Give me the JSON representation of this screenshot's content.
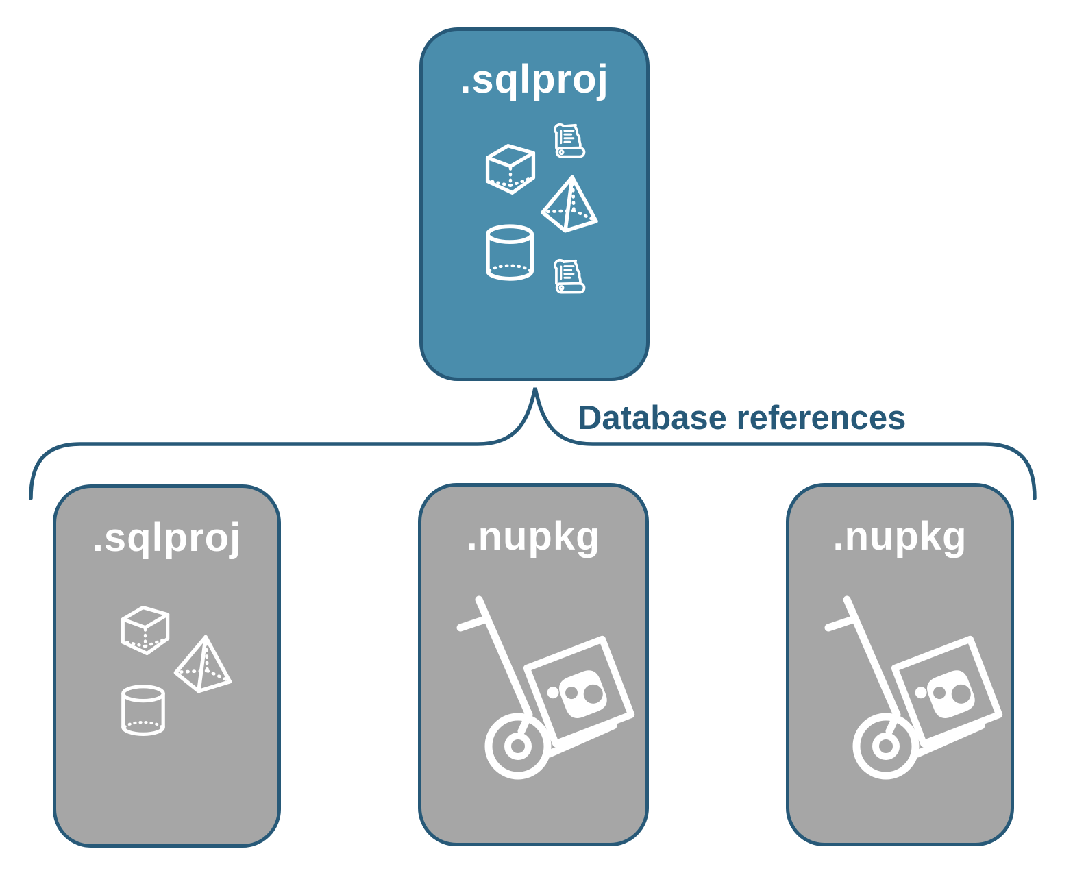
{
  "root_card": {
    "label": ".sqlproj",
    "icons": [
      "scroll-icon",
      "cube-icon",
      "pyramid-icon",
      "cylinder-icon",
      "scroll-icon"
    ]
  },
  "connector": {
    "label": "Database references"
  },
  "child_cards": [
    {
      "label": ".sqlproj",
      "icons": [
        "cube-icon",
        "pyramid-icon",
        "cylinder-icon"
      ]
    },
    {
      "label": ".nupkg",
      "icons": [
        "nuget-handtruck-icon"
      ]
    },
    {
      "label": ".nupkg",
      "icons": [
        "nuget-handtruck-icon"
      ]
    }
  ],
  "colors": {
    "root_card_fill": "#4a8dac",
    "child_card_fill": "#a6a6a6",
    "outline_and_brace": "#275978",
    "connector_text": "#275978",
    "card_label_text": "#ffffff",
    "icon_stroke": "#ffffff",
    "background": "#ffffff"
  }
}
